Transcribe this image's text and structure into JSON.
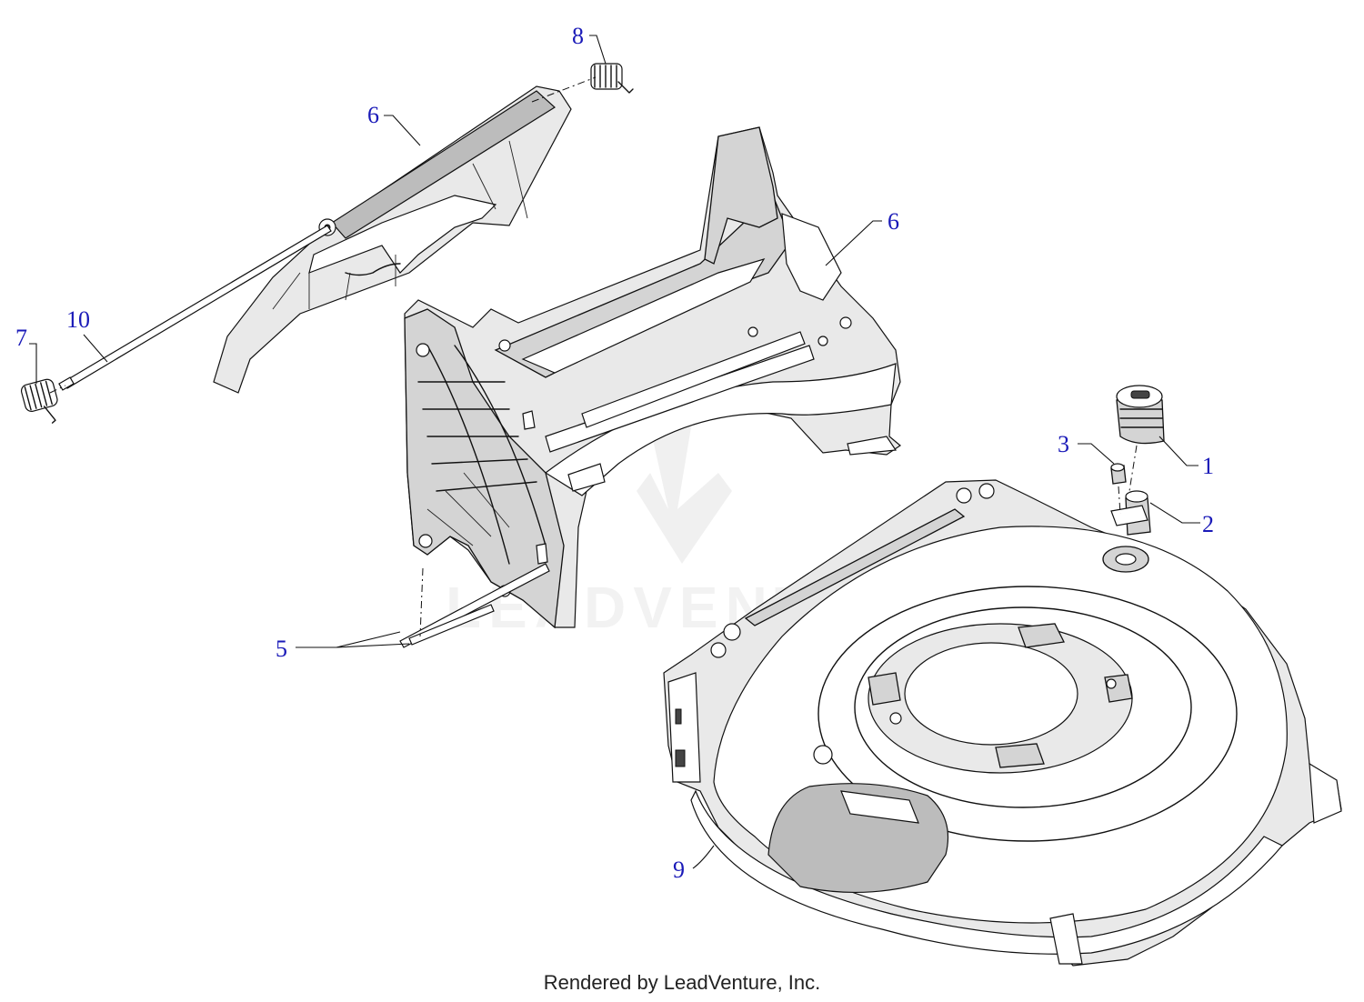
{
  "callouts": {
    "c1": "1",
    "c2": "2",
    "c3": "3",
    "c5": "5",
    "c6a": "6",
    "c6b": "6",
    "c7": "7",
    "c8": "8",
    "c9": "9",
    "c10": "10"
  },
  "watermark": "LEADVENTURE",
  "footer": "Rendered by LeadVenture, Inc."
}
